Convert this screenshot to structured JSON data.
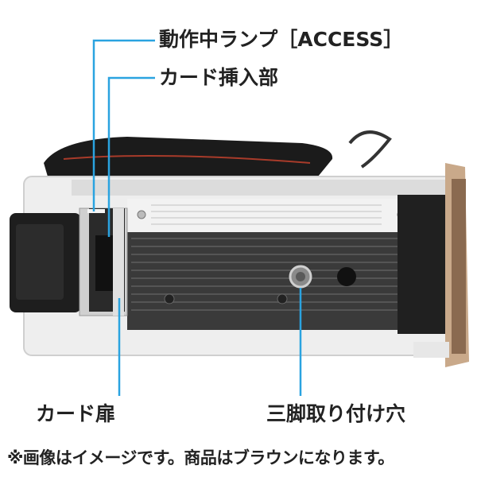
{
  "callouts": {
    "access_lamp": "動作中ランプ［ACCESS］",
    "card_slot": "カード挿入部",
    "card_door": "カード扉",
    "tripod_hole": "三脚取り付け穴"
  },
  "note": "※画像はイメージです。商品はブラウンになります。",
  "colors": {
    "leader_line": "#2aa3e0",
    "label_text": "#222222",
    "body_white": "#eeeeee",
    "grip_dark": "#2a2a2a",
    "lens_rim": "#c9a98a"
  }
}
